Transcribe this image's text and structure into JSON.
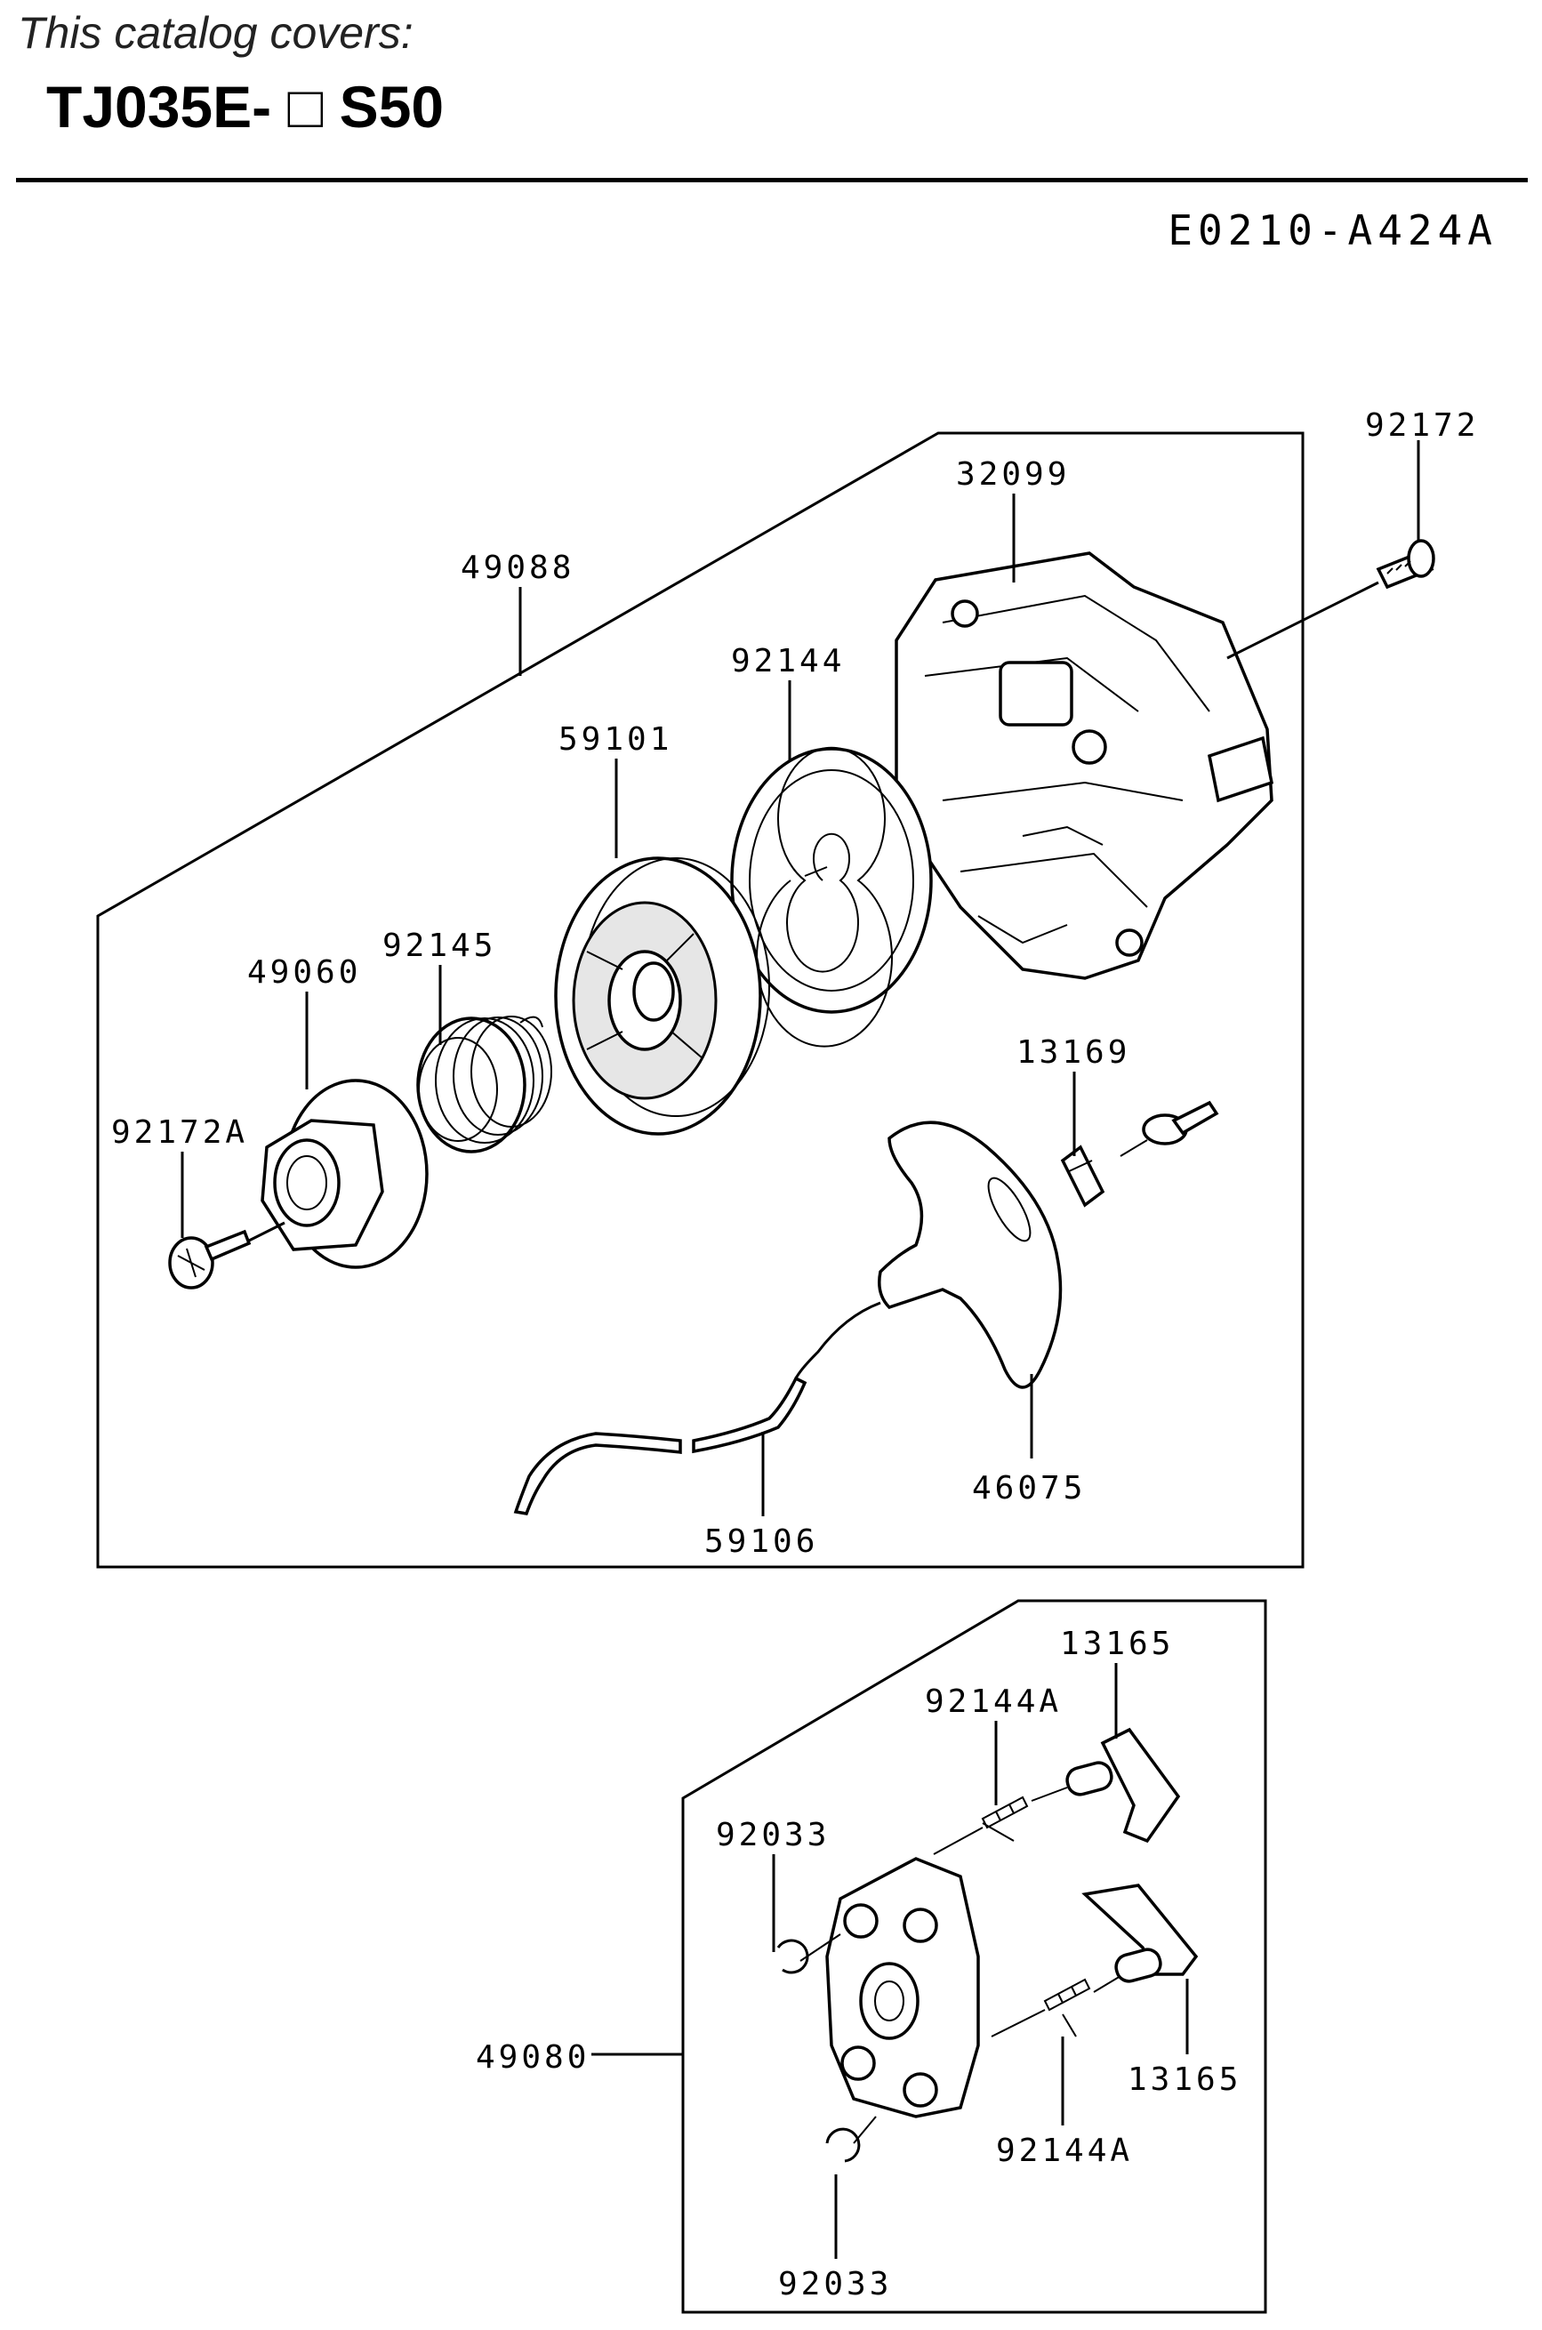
{
  "header": {
    "covers_label": "This catalog covers:",
    "model": "TJ035E- □ S50"
  },
  "drawing_code": "E0210-A424A",
  "parts": {
    "p92172": "92172",
    "p32099": "32099",
    "p49088": "49088",
    "p92144": "92144",
    "p59101": "59101",
    "p92145": "92145",
    "p49060": "49060",
    "p92172A": "92172A",
    "p13169": "13169",
    "p46075": "46075",
    "p59106": "59106",
    "p13165_top": "13165",
    "p92144A_top": "92144A",
    "p92033_top": "92033",
    "p49080": "49080",
    "p13165_bottom": "13165",
    "p92144A_bottom": "92144A",
    "p92033_bottom": "92033"
  }
}
